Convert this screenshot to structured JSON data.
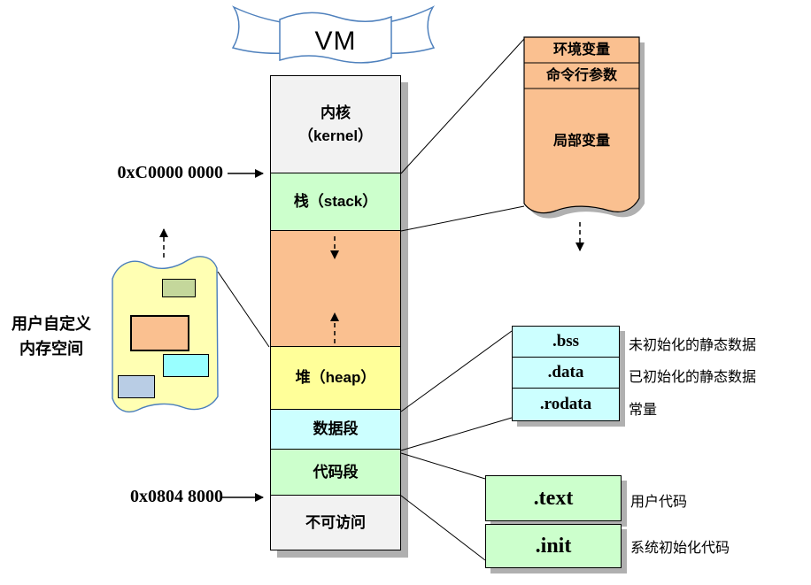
{
  "banner": {
    "title": "VM"
  },
  "addresses": {
    "upper": "0xC0000 0000",
    "lower": "0x0804 8000"
  },
  "memory_column": {
    "kernel": {
      "line1": "内核",
      "line2": "（kernel）"
    },
    "stack": "栈（stack）",
    "heap": "堆（heap）",
    "data_segment": "数据段",
    "code_segment": "代码段",
    "inaccessible": "不可访问"
  },
  "stack_detail": {
    "row1": "环境变量",
    "row2": "命令行参数",
    "body": "局部变量"
  },
  "data_sections": [
    {
      "name": ".bss",
      "desc": "未初始化的静态数据"
    },
    {
      "name": ".data",
      "desc": "已初始化的静态数据"
    },
    {
      "name": ".rodata",
      "desc": "常量"
    }
  ],
  "code_sections": [
    {
      "name": ".text",
      "desc": "用户代码"
    },
    {
      "name": ".init",
      "desc": "系统初始化代码"
    }
  ],
  "user_region": {
    "line1": "用户自定义",
    "line2": "内存空间"
  },
  "colors": {
    "kernel": "#f2f2f2",
    "stack": "#ccffcc",
    "growth_gap": "#fac090",
    "heap": "#ffff99",
    "data_segment": "#ccffff",
    "code_segment": "#ccffcc",
    "inaccessible": "#f2f2f2",
    "stack_detail_box": "#fac090",
    "data_section_box": "#ccffff",
    "code_section_box": "#ccffcc",
    "user_blob": "#ffffb3",
    "user_block_green": "#c4d79b",
    "user_block_orange": "#fac090",
    "user_block_cyan": "#99ffff",
    "user_block_blue": "#b9cde5",
    "shadow": "#b0b0b0",
    "banner_outline": "#4f81bd"
  }
}
